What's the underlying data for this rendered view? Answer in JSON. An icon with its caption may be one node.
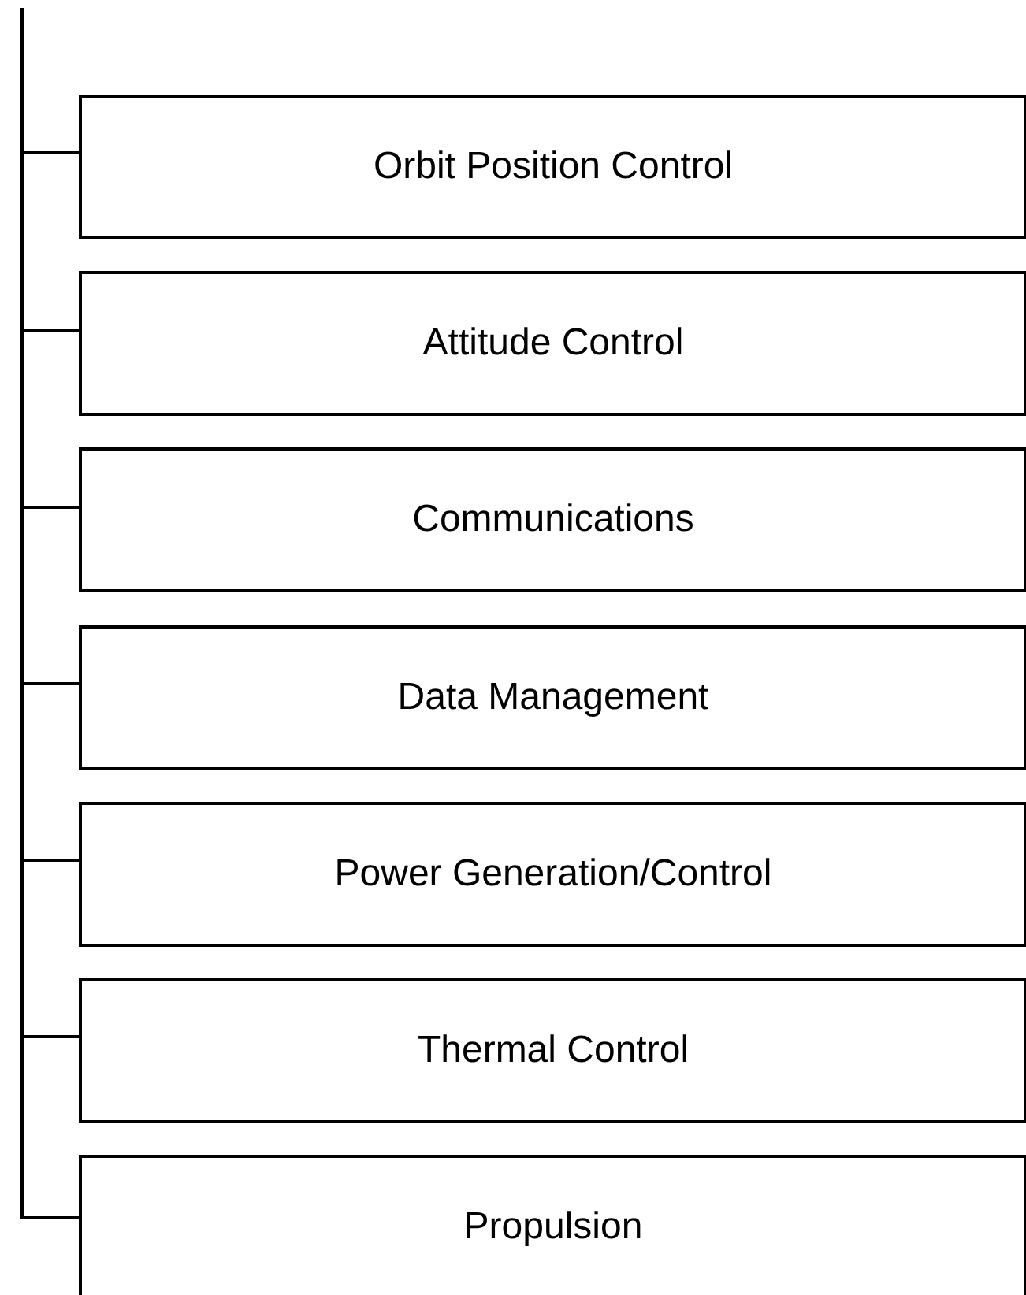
{
  "diagram": {
    "nodes": [
      {
        "text": [
          "Orbit Position Control"
        ]
      },
      {
        "text": [
          "Attitude Control"
        ]
      },
      {
        "text": [
          "Communications"
        ]
      },
      {
        "text": [
          "Data Management"
        ]
      },
      {
        "text": [
          "Power Generation/Control"
        ]
      },
      {
        "text": [
          "Thermal Control"
        ]
      },
      {
        "text": [
          "Propulsion"
        ]
      }
    ],
    "edges": [
      {
        "from": null,
        "to": 0,
        "arrow": "none"
      },
      {
        "from": null,
        "to": 1,
        "arrow": "none"
      },
      {
        "from": null,
        "to": 2,
        "arrow": "none"
      },
      {
        "from": null,
        "to": 3,
        "arrow": "none"
      },
      {
        "from": null,
        "to": 4,
        "arrow": "none"
      },
      {
        "from": null,
        "to": 5,
        "arrow": "none"
      },
      {
        "from": null,
        "to": 6,
        "arrow": "none"
      }
    ]
  }
}
